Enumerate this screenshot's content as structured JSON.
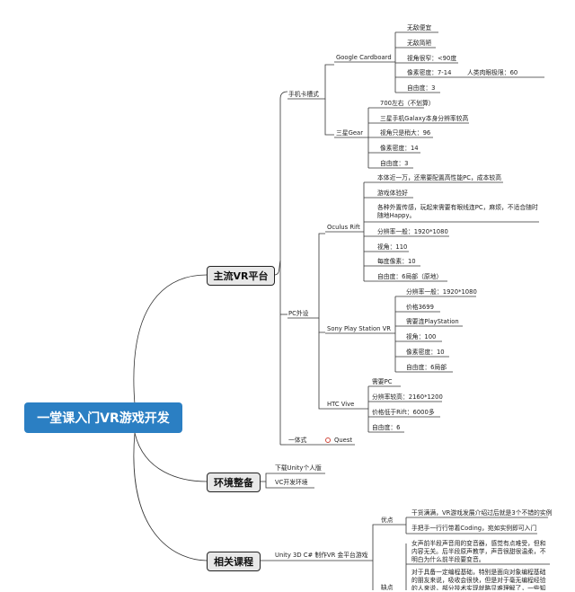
{
  "root": "一堂课入门VR游戏开发",
  "main": {
    "platform": "主流VR平台",
    "env": "环境整备",
    "course": "相关课程"
  },
  "platform": {
    "mobile": "手机卡槽式",
    "cardboard": "Google Cardboard",
    "cardboard_items": [
      "无敌便宜",
      "无敌简陋",
      "视角很窄：<90度",
      "像素密度：7-14",
      "自由度：3"
    ],
    "human_limit": "人类肉眼极限：60",
    "gear": "三星Gear",
    "gear_items": [
      "700左右（不划算）",
      "三星手机Galaxy本身分辨率较高",
      "视角只是稍大：96",
      "像素密度：14",
      "自由度：3"
    ],
    "pc": "PC外设",
    "rift": "Oculus Rift",
    "rift_items": [
      "本体近一万，还需要配置高性能PC，成本较高",
      "游戏体验好",
      "各种外置传感，玩起来需要有眼线连PC，麻烦，不适合随时随地Happy。",
      "分辨率一般：1920*1080",
      "视角：110",
      "每度像素：10",
      "自由度：6局部（原地）"
    ],
    "psvr": "Sony Play Station VR",
    "psvr_items": [
      "分辨率一般：1920*1080",
      "价格3699",
      "需要连PlayStation",
      "视角：100",
      "像素密度：10",
      "自由度：6局部"
    ],
    "vive": "HTC Vive",
    "vive_items": [
      "需要PC",
      "分辨率较高：2160*1200",
      "价格低于Rift：6000多",
      "自由度：6"
    ],
    "allinone": "一体式",
    "quest": "Quest"
  },
  "env": {
    "items": [
      "下载Unity个人版",
      "VC开发环境"
    ]
  },
  "course": {
    "name": "Unity 3D C# 制作VR 金平台游戏",
    "pros": "优点",
    "pros_items": [
      "干货满满，VR游戏发展介绍过后就是3个不错的实例",
      "手把手一行行带着Coding，宛如实例即可入门"
    ],
    "cons": "缺点",
    "cons_items": [
      "女声前半段声音用的变音器，感觉有点难受，但和内容无关。后半段原声教学，声音很甜很温柔，不明白为什么前半段要变音。",
      "对于具备一定编程基础，特别是面向对象编程基础的朋友来说，吸收会很快，但是对于毫无编程经验的人来说，部分技术实现就略显难理解了，一些知识点是和Unity有关，没有深入讲解"
    ]
  }
}
